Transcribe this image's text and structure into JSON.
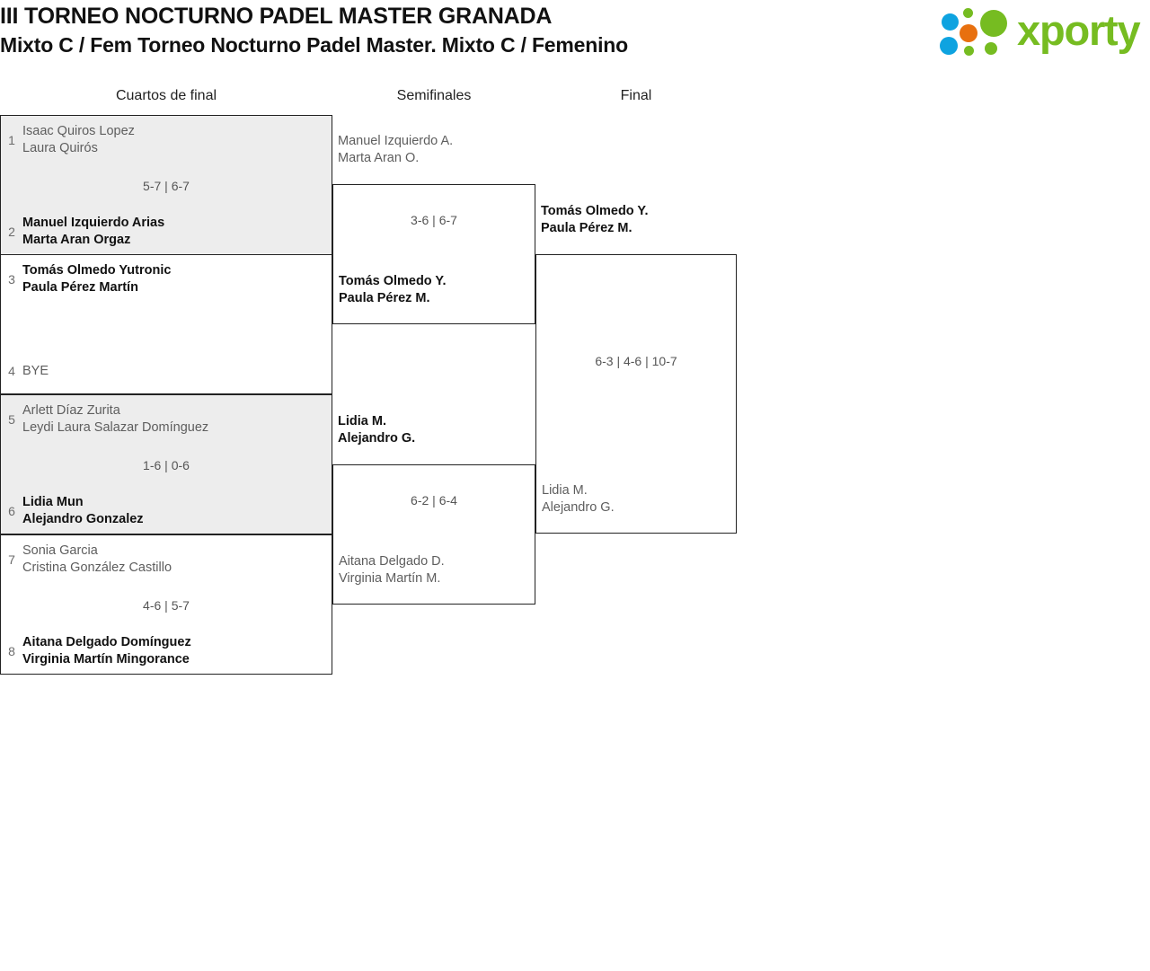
{
  "header": {
    "title_line1": "III TORNEO NOCTURNO PADEL MASTER GRANADA",
    "title_line2": "Mixto C / Fem Torneo Nocturno Padel Master. Mixto C / Femenino",
    "logo_text": "xporty",
    "logo_colors": {
      "green": "#76bc21",
      "blue": "#0ea3e0",
      "orange": "#e8700f"
    }
  },
  "rounds": [
    {
      "id": "quarterfinals",
      "label": "Cuartos de final"
    },
    {
      "id": "semifinals",
      "label": "Semifinales"
    },
    {
      "id": "final",
      "label": "Final"
    }
  ],
  "quarterfinals": [
    {
      "score": "5-7 | 6-7",
      "shaded": true,
      "top": {
        "seed": "1",
        "player1": "Isaac Quiros Lopez",
        "player2": "Laura Quirós",
        "result": "loser"
      },
      "bottom": {
        "seed": "2",
        "player1": "Manuel Izquierdo Arias",
        "player2": "Marta Aran Orgaz",
        "result": "winner"
      }
    },
    {
      "score": "",
      "shaded": false,
      "top": {
        "seed": "3",
        "player1": "Tomás Olmedo Yutronic",
        "player2": "Paula Pérez Martín",
        "result": "winner"
      },
      "bottom": {
        "seed": "4",
        "player1": "BYE",
        "player2": "",
        "result": "bye"
      }
    },
    {
      "score": "1-6 | 0-6",
      "shaded": true,
      "top": {
        "seed": "5",
        "player1": "Arlett Díaz Zurita",
        "player2": "Leydi Laura Salazar Domínguez",
        "result": "loser"
      },
      "bottom": {
        "seed": "6",
        "player1": "Lidia Mun",
        "player2": "Alejandro Gonzalez",
        "result": "winner"
      }
    },
    {
      "score": "4-6 | 5-7",
      "shaded": false,
      "top": {
        "seed": "7",
        "player1": "Sonia Garcia",
        "player2": "Cristina González Castillo",
        "result": "loser"
      },
      "bottom": {
        "seed": "8",
        "player1": "Aitana Delgado Domínguez",
        "player2": "Virginia Martín Mingorance",
        "result": "winner"
      }
    }
  ],
  "semifinals": [
    {
      "score": "3-6 | 6-7",
      "top": {
        "player1": "Manuel Izquierdo A.",
        "player2": "Marta Aran O.",
        "result": "loser"
      },
      "bottom": {
        "player1": "Tomás Olmedo Y.",
        "player2": "Paula Pérez M.",
        "result": "winner"
      }
    },
    {
      "score": "6-2 | 6-4",
      "top": {
        "player1": "Lidia M.",
        "player2": "Alejandro G.",
        "result": "winner"
      },
      "bottom": {
        "player1": "Aitana Delgado D.",
        "player2": "Virginia Martín M.",
        "result": "loser"
      }
    }
  ],
  "final": {
    "score": "6-3 | 4-6 | 10-7",
    "top": {
      "player1": "Tomás Olmedo Y.",
      "player2": "Paula Pérez M.",
      "result": "winner"
    },
    "bottom": {
      "player1": "Lidia M.",
      "player2": "Alejandro G.",
      "result": "loser"
    }
  }
}
